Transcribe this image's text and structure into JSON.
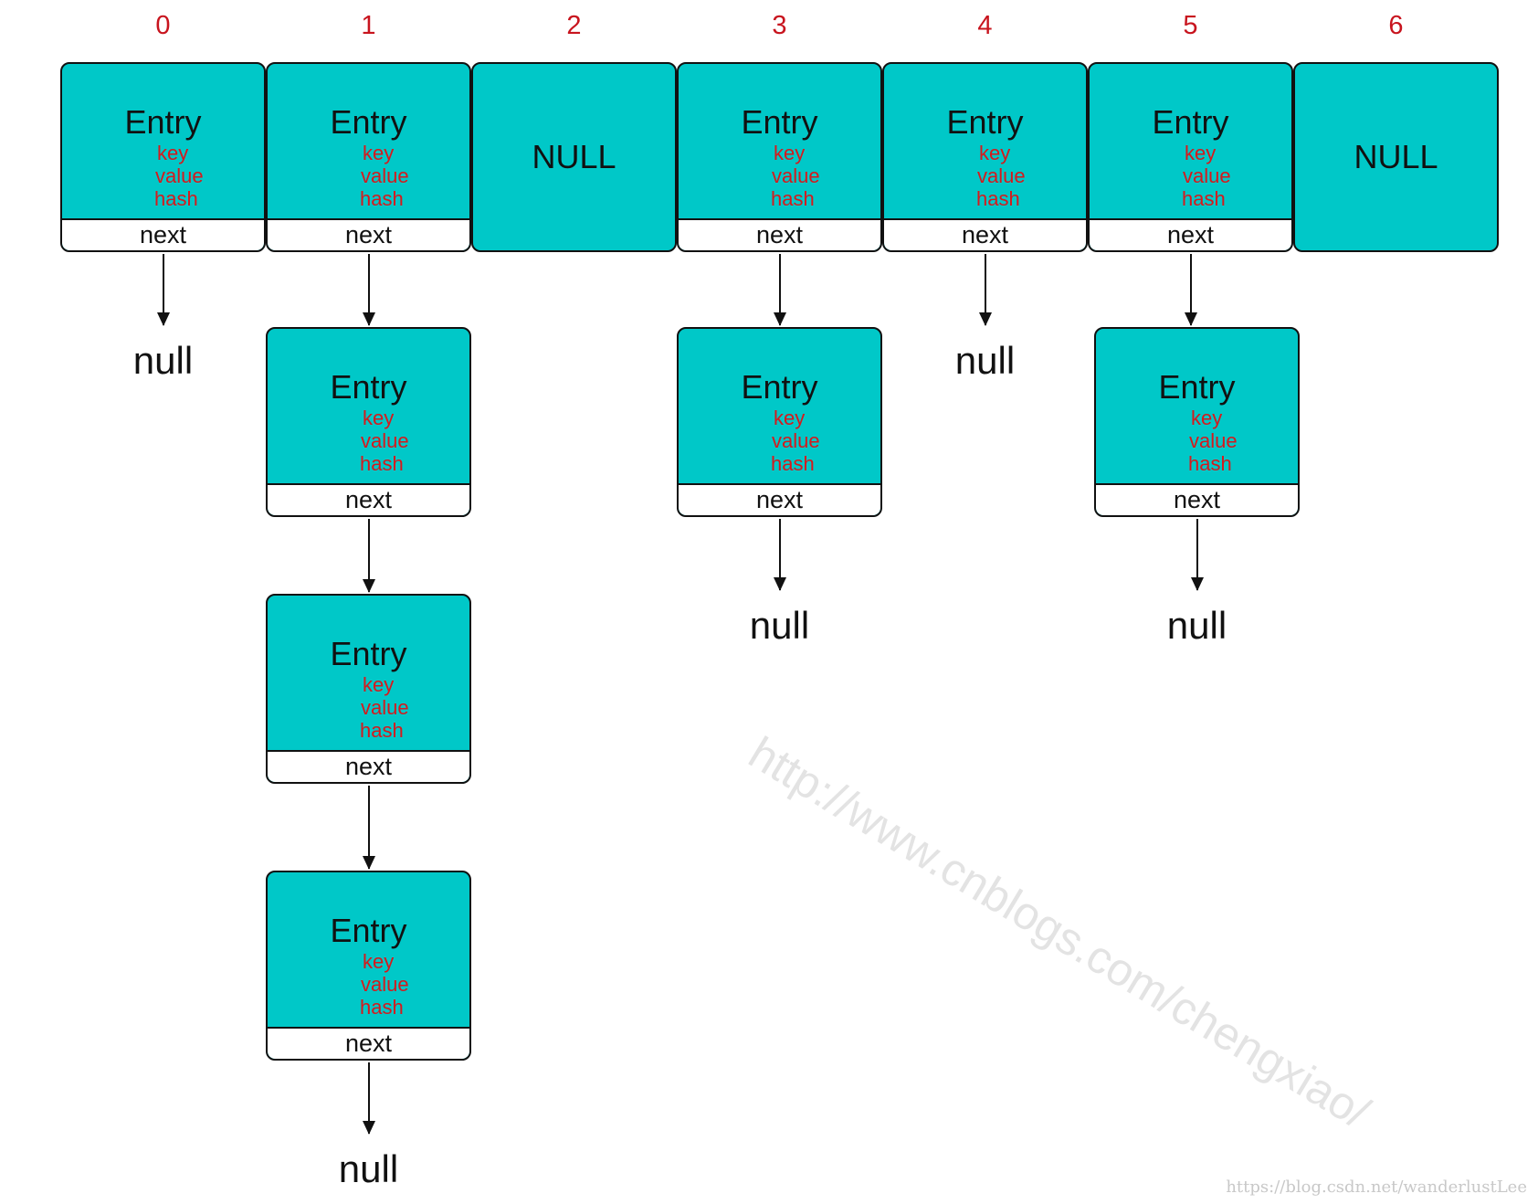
{
  "labels": {
    "entry": "Entry",
    "key": "key",
    "value": "value",
    "hash": "hash",
    "next": "next",
    "empty_bucket": "NULL",
    "terminator": "null"
  },
  "buckets": [
    {
      "index": "0",
      "occupied": true,
      "chain_length": 1
    },
    {
      "index": "1",
      "occupied": true,
      "chain_length": 4
    },
    {
      "index": "2",
      "occupied": false,
      "chain_length": 0
    },
    {
      "index": "3",
      "occupied": true,
      "chain_length": 2
    },
    {
      "index": "4",
      "occupied": true,
      "chain_length": 1
    },
    {
      "index": "5",
      "occupied": true,
      "chain_length": 2
    },
    {
      "index": "6",
      "occupied": false,
      "chain_length": 0
    }
  ],
  "watermark": "http://www.cnblogs.com/chengxiao/",
  "credit": "https://blog.csdn.net/wanderlustLee",
  "colors": {
    "entry_fill": "#00c8c8",
    "field_text": "#d7191c",
    "index_text": "#c8141e",
    "next_fill": "#ffffff",
    "outline": "#111111"
  }
}
